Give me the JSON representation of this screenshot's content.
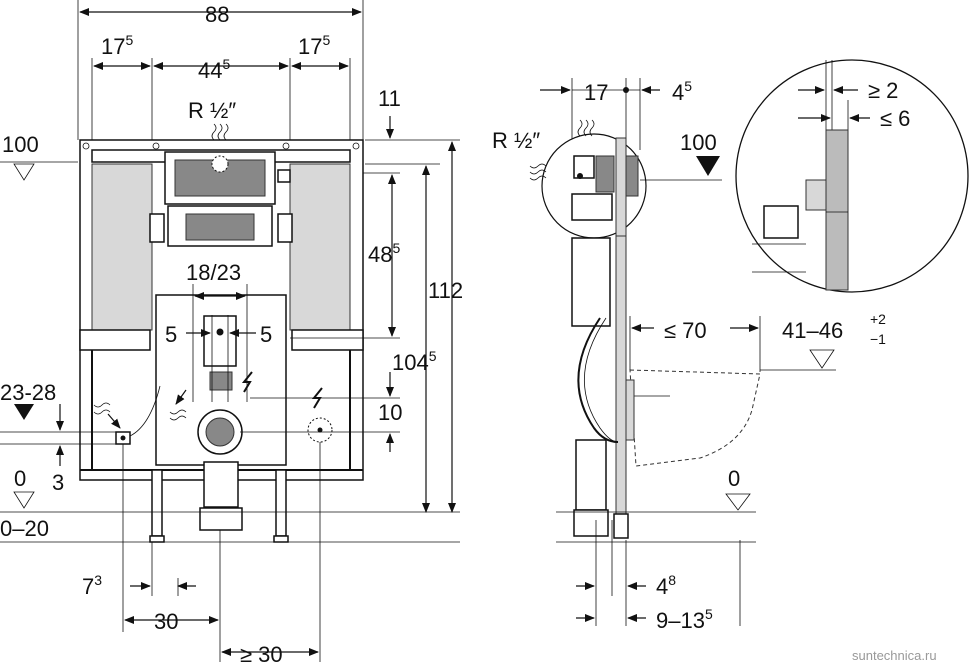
{
  "front_view": {
    "dim_width": "88",
    "dim_left_main": "17",
    "dim_left_sup": "5",
    "dim_center_main": "44",
    "dim_center_sup": "5",
    "dim_right_main": "17",
    "dim_right_sup": "5",
    "water_main": "R ½",
    "water_mark": "″",
    "dim_top": "11",
    "dim_flush_main": "48",
    "dim_flush_sup": "5",
    "dim_height": "112",
    "dim_height2_main": "104",
    "dim_height2_sup": "5",
    "dim_drain": "18/23",
    "dim_five_left": "5",
    "dim_five_right": "5",
    "dim_ten": "10",
    "level_100": "100",
    "level_2328": "23-28",
    "level_3": "3",
    "level_0": "0",
    "level_020": "0–20",
    "dim_bottom_left_main": "7",
    "dim_bottom_left_sup": "3",
    "dim_bottom_30": "30",
    "dim_bottom_ge30": "≥ 30"
  },
  "side_view": {
    "dim_17": "17",
    "dim_45_main": "4",
    "dim_45_sup": "5",
    "water_main": "R ½",
    "water_mark": "″",
    "level_100": "100",
    "dim_le70": "≤ 70",
    "dim_4146": "41–46",
    "tol_plus": "+2",
    "tol_minus": "−1",
    "level_0": "0",
    "dim_48_main": "4",
    "dim_48_sup": "8",
    "dim_913_main": "9–13",
    "dim_913_sup": "5"
  },
  "detail_view": {
    "dim_ge2": "≥ 2",
    "dim_le6": "≤ 6"
  },
  "watermark": "suntechnica.ru"
}
